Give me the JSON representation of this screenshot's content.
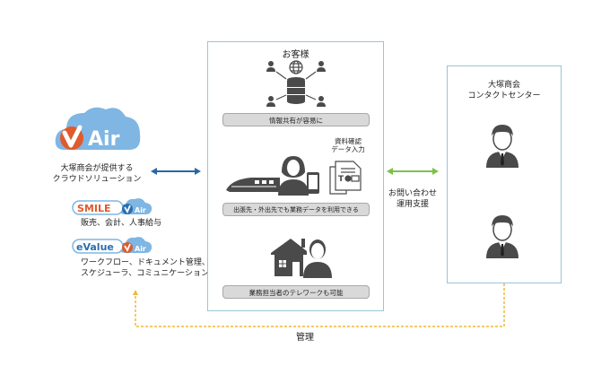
{
  "left": {
    "brand_logo": "V Air",
    "provider_line1": "大塚商会が提供する",
    "provider_line2": "クラウドソリューション",
    "products": [
      {
        "logo_text": "SMILE",
        "logo_suffix": "Air",
        "description": "販売、会計、人事給与",
        "color": "#e05a2b"
      },
      {
        "logo_text": "eValue",
        "logo_suffix": "Air",
        "description_line1": "ワークフロー、ドキュメント管理、",
        "description_line2": "スケジューラ、コミュニケーション",
        "color": "#2a6fb0"
      }
    ]
  },
  "customer": {
    "title": "お客様",
    "feature1": "情報共有が容易に",
    "doc_label_line1": "資料確認",
    "doc_label_line2": "データ入力",
    "feature2": "出張先・外出先でも業務データを利用できる",
    "feature3": "業務担当者のテレワークも可能"
  },
  "center_link": {
    "line1": "お問い合わせ",
    "line2": "運用支援"
  },
  "contact_center": {
    "line1": "大塚商会",
    "line2": "コンタクトセンター"
  },
  "bottom_link": {
    "label": "管理"
  },
  "colors": {
    "box_border": "#9cc3d8",
    "arrow_blue": "#2b67a3",
    "arrow_green": "#7cc24a",
    "dashed_orange": "#f0b93a",
    "brand_orange": "#e05a2b",
    "cloud_blue": "#7fb6e3",
    "icon_gray": "#4a4a4a"
  }
}
